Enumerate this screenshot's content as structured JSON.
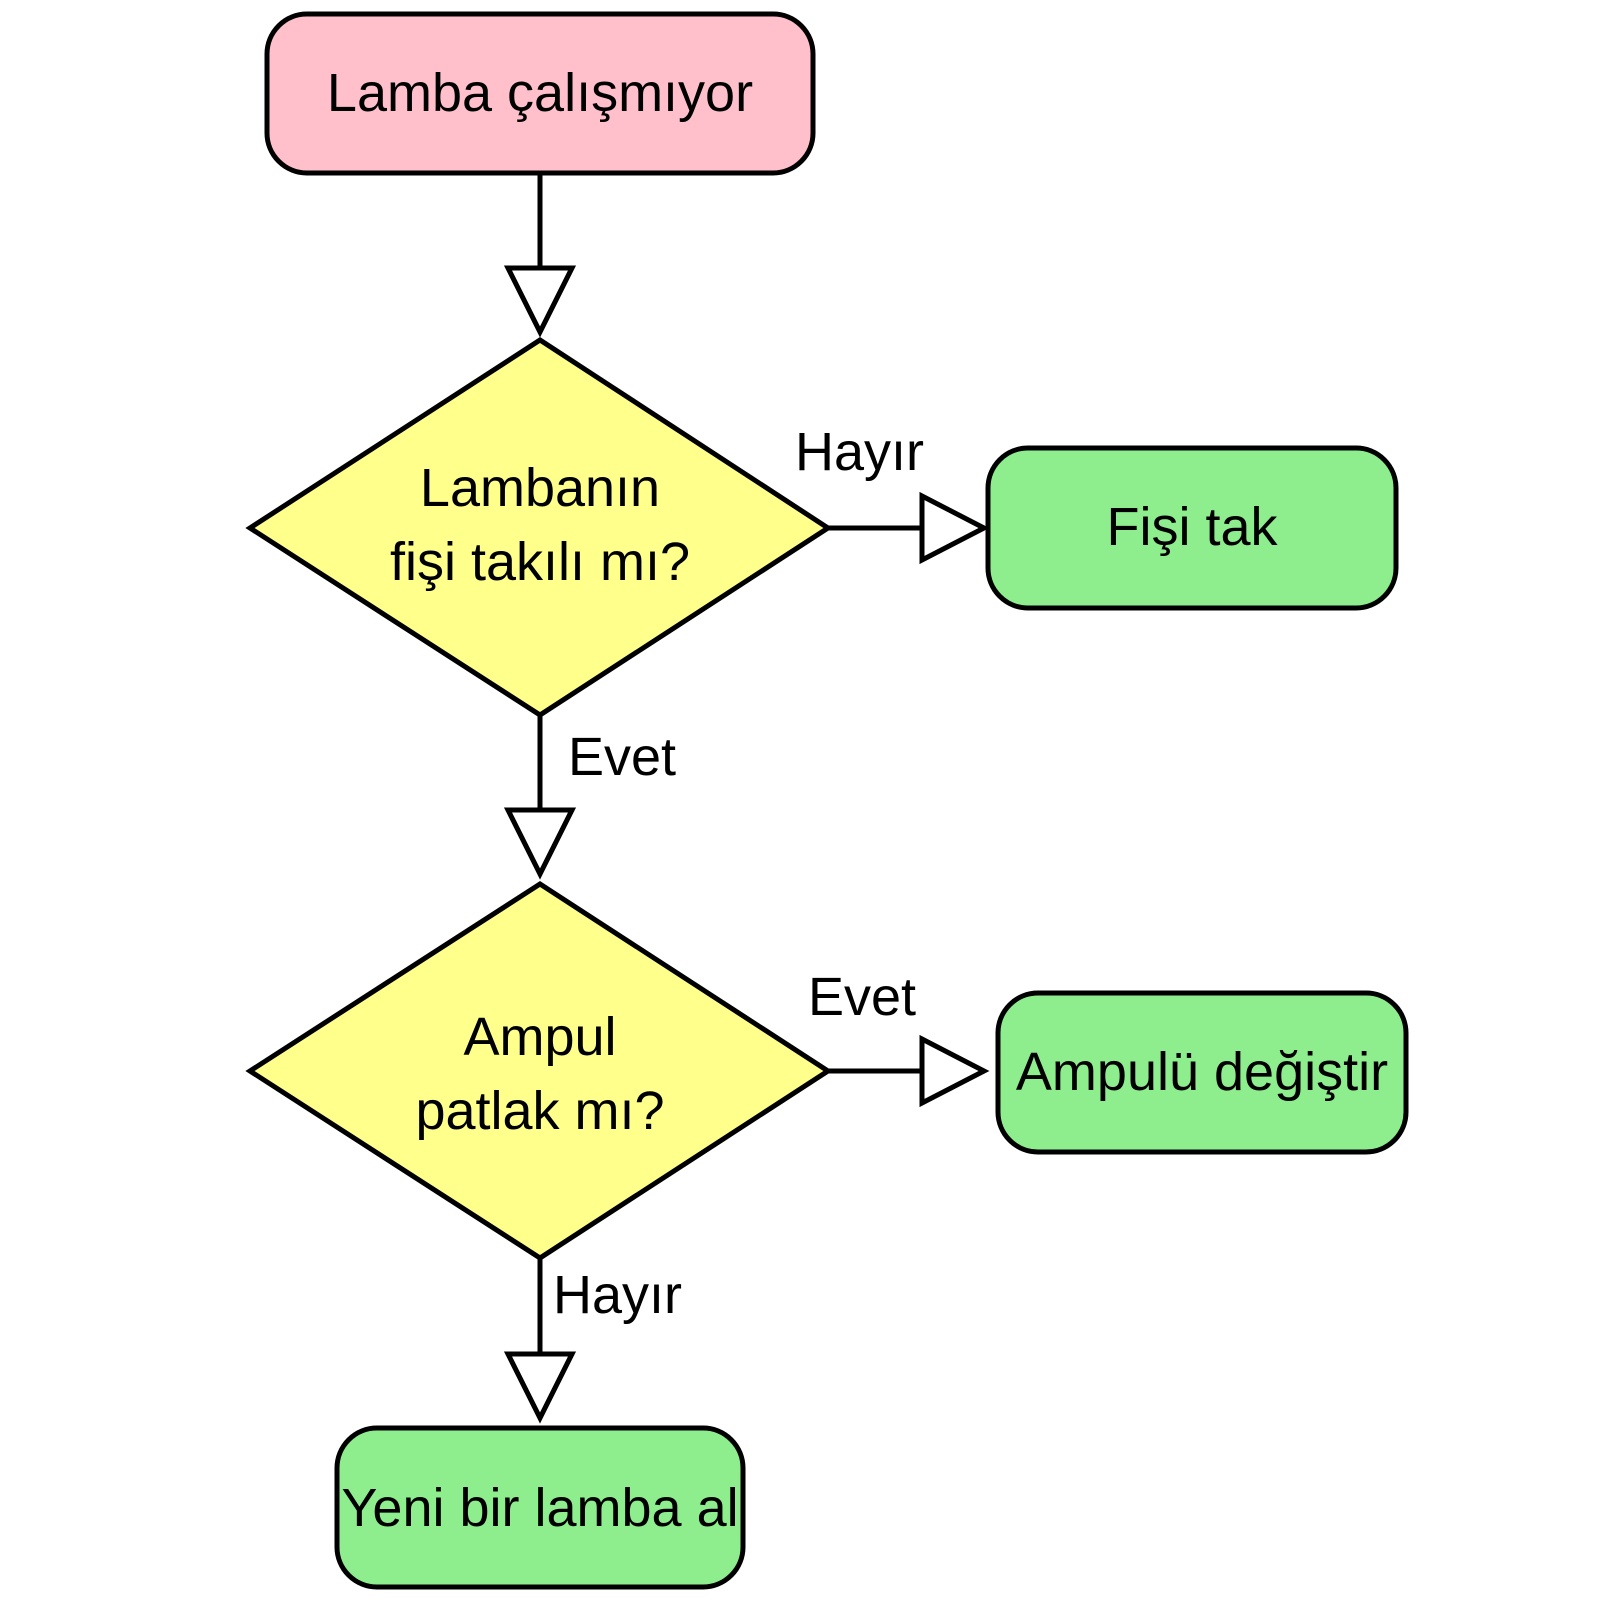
{
  "colors": {
    "start": "#ffc0cb",
    "decision": "#ffff8c",
    "action": "#8eee8e"
  },
  "nodes": {
    "start": {
      "label": "Lamba çalışmıyor"
    },
    "decision_plug": {
      "line1": "Lambanın",
      "line2": "fişi takılı mı?"
    },
    "action_plug_in": {
      "label": "Fişi tak"
    },
    "decision_bulb": {
      "line1": "Ampul",
      "line2": "patlak mı?"
    },
    "action_replace_bulb": {
      "label": "Ampulü değiştir"
    },
    "action_buy_lamp": {
      "label": "Yeni bir lamba al"
    }
  },
  "edges": {
    "plug_no": {
      "label": "Hayır"
    },
    "plug_yes": {
      "label": "Evet"
    },
    "bulb_yes": {
      "label": "Evet"
    },
    "bulb_no": {
      "label": "Hayır"
    }
  }
}
